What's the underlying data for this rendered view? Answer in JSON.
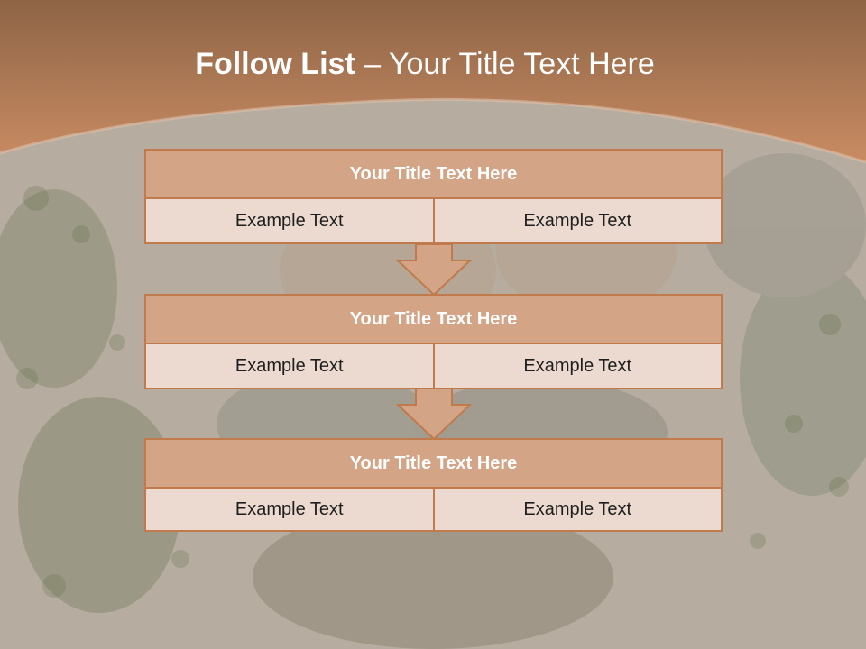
{
  "title": {
    "bold": "Follow List",
    "rest": "– Your Title Text Here"
  },
  "blocks": [
    {
      "title": "Your Title Text Here",
      "left": "Example Text",
      "right": "Example Text"
    },
    {
      "title": "Your Title Text Here",
      "left": "Example Text",
      "right": "Example Text"
    },
    {
      "title": "Your Title Text Here",
      "left": "Example Text",
      "right": "Example Text"
    }
  ],
  "colors": {
    "header_band": "#b7784f",
    "block_title_fill": "#d3a486",
    "block_border": "#c07a4c",
    "cell_fill": "#ecdad1",
    "arrow_fill": "#d3a486"
  },
  "icons": [
    "down-arrow-icon"
  ]
}
